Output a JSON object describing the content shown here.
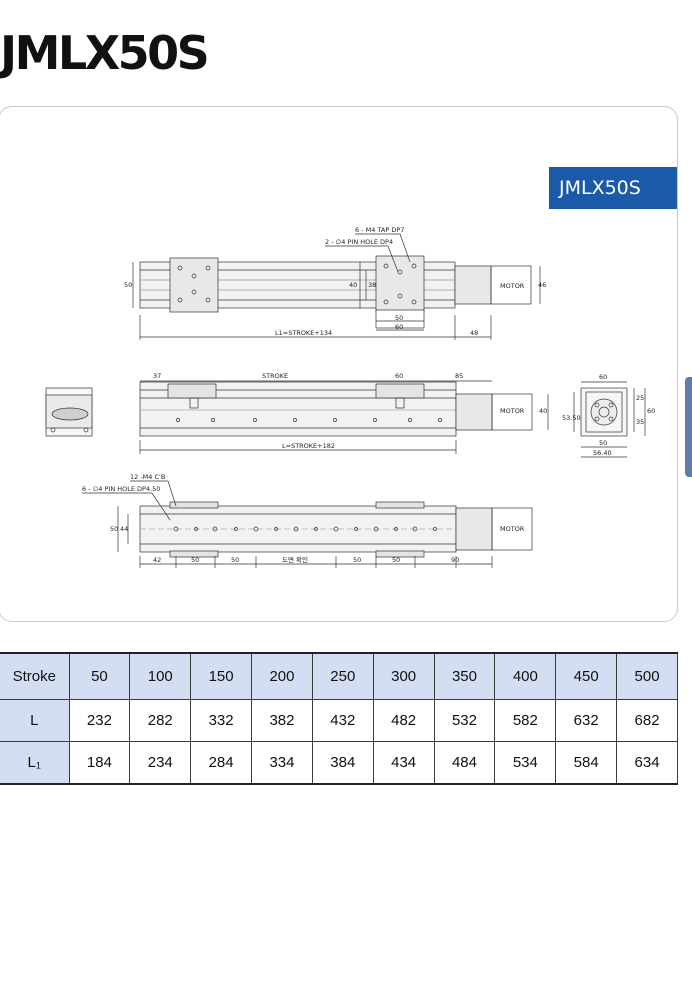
{
  "page": {
    "title": "JMLX50S"
  },
  "badge": {
    "label": "JMLX50S"
  },
  "drawing": {
    "labels": {
      "tap": "6 - M4 TAP DP7",
      "pin_hole": "2 - ∅4 PIN HOLE DP4",
      "motor": "MOTOR",
      "l1_formula": "L1=STROKE+134",
      "l_formula": "L=STROKE+182",
      "stroke": "STROKE",
      "m4_cb": "12 -M4 C'B",
      "pin_hole_b": "6 - ∅4 PIN HOLE DP4.50",
      "check_drawing": "도면 확인"
    },
    "dims": {
      "top_height": "50",
      "top_motor_h": "46",
      "carriage_a": "40",
      "carriage_b": "38",
      "carriage_w1": "50",
      "carriage_w2": "60",
      "motor_len": "48",
      "front_37": "37",
      "front_60": "60",
      "front_85": "85",
      "front_40": "40",
      "end_60": "60",
      "end_25": "25",
      "end_35": "35",
      "end_60r": "60",
      "end_5350": "53.50",
      "end_50": "50",
      "end_5640": "56.40",
      "bot_50": "50",
      "bot_44": "44",
      "bot_42": "42",
      "bot_50a": "50",
      "bot_50b": "50",
      "bot_50c": "50",
      "bot_50d": "50",
      "bot_90": "90"
    }
  },
  "table": {
    "headers": [
      "Stroke",
      "50",
      "100",
      "150",
      "200",
      "250",
      "300",
      "350",
      "400",
      "450",
      "500"
    ],
    "rows": [
      {
        "label": "L",
        "values": [
          "232",
          "282",
          "332",
          "382",
          "432",
          "482",
          "532",
          "582",
          "632",
          "682"
        ]
      },
      {
        "label": "L₁",
        "values": [
          "184",
          "234",
          "284",
          "334",
          "384",
          "434",
          "484",
          "534",
          "584",
          "634"
        ]
      }
    ]
  }
}
